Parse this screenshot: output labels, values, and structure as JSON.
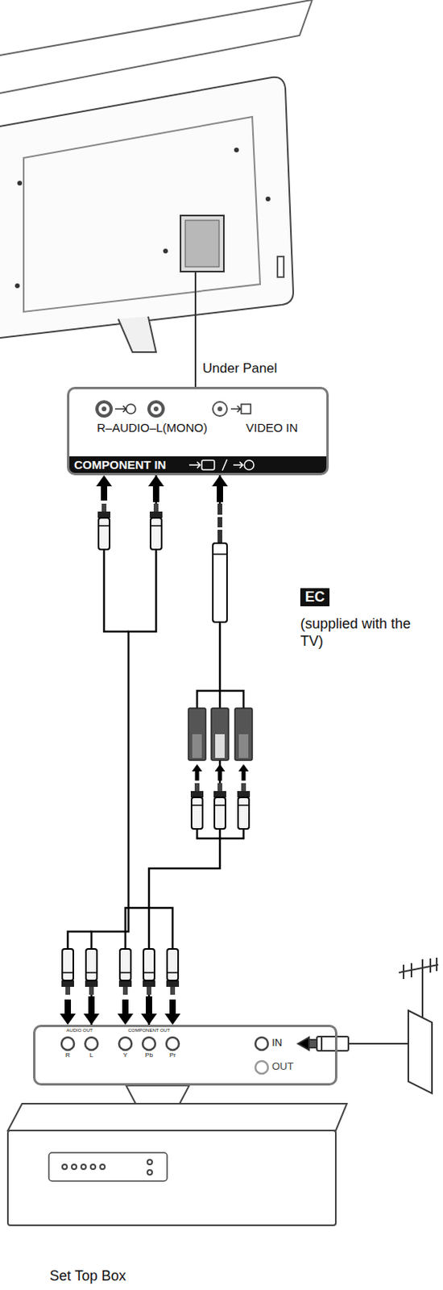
{
  "diagram": {
    "nodes": [
      {
        "text": [
          "Under Panel",
          "R–AUDIO–L(MONO)",
          "VIDEO IN",
          "COMPONENT IN"
        ]
      },
      {
        "text": [
          "EC"
        ]
      },
      {
        "text": [
          "AUDIO OUT",
          "COMPONENT OUT",
          "R",
          "L",
          "Y",
          "Pb",
          "Pr",
          "IN",
          "OUT",
          "Set Top Box"
        ]
      }
    ],
    "edges": [
      {
        "from": 2,
        "to": 0,
        "arrow": "both"
      },
      {
        "from": 2,
        "to": 0,
        "arrow": "both"
      }
    ],
    "labels": [
      "(supplied with the TV)"
    ]
  }
}
